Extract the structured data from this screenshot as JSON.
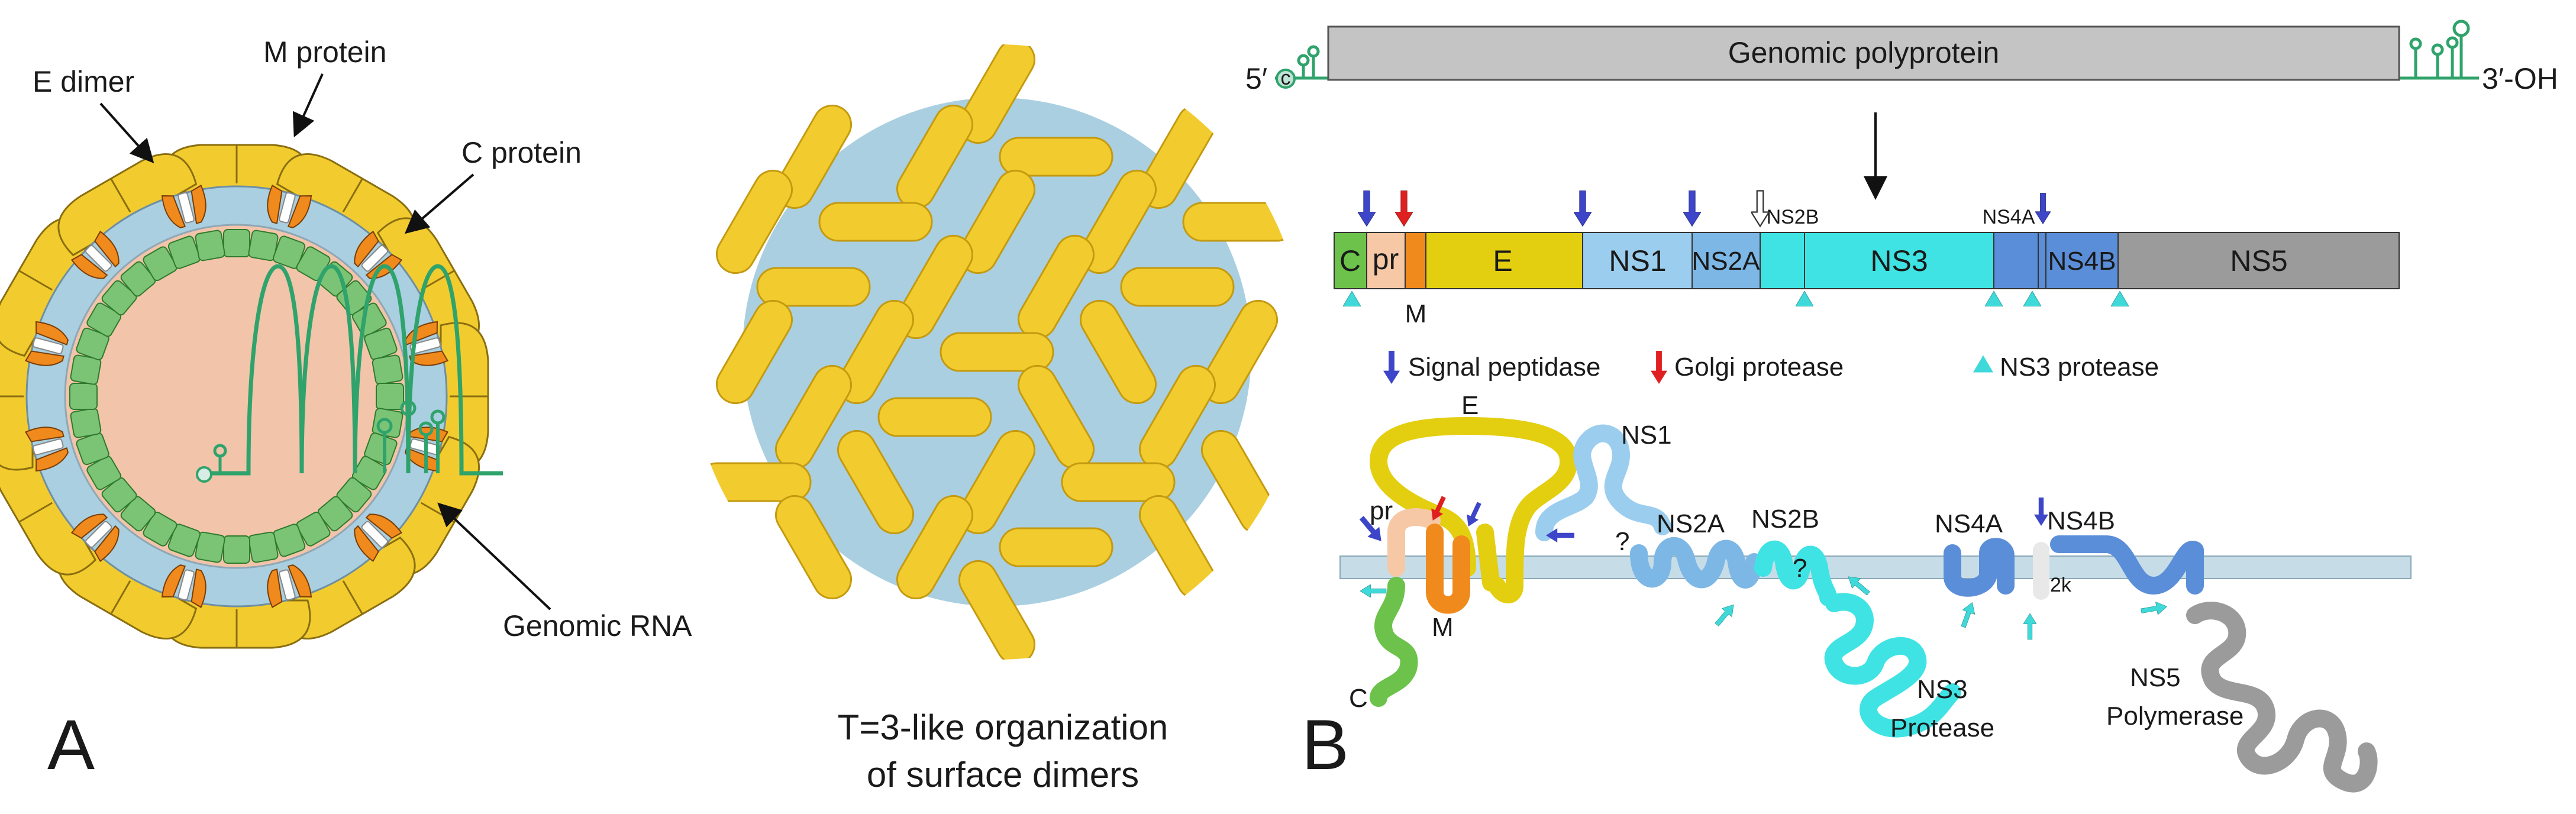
{
  "panel_a": {
    "letter": "A",
    "labels": {
      "e_dimer": "E dimer",
      "m_protein": "M protein",
      "c_protein": "C protein",
      "genomic_rna": "Genomic RNA"
    }
  },
  "t3": {
    "caption_line1": "T=3-like organization",
    "caption_line2": "of surface dimers"
  },
  "panel_b": {
    "letter": "B",
    "genome": {
      "five_prime": "5′",
      "three_prime": "3′-OH",
      "cap": "c",
      "polyprotein": "Genomic polyprotein"
    },
    "segments": {
      "c": "C",
      "pr": "pr",
      "m": "M",
      "e": "E",
      "ns1": "NS1",
      "ns2a": "NS2A",
      "ns2b": "NS2B",
      "ns3": "NS3",
      "ns4a": "NS4A",
      "ns4b": "NS4B",
      "ns5": "NS5"
    },
    "legend": {
      "signal_peptidase": "Signal peptidase",
      "golgi_protease": "Golgi protease",
      "ns3_protease": "NS3 protease"
    },
    "topology": {
      "e": "E",
      "pr": "pr",
      "m": "M",
      "c": "C",
      "ns1": "NS1",
      "ns2a": "NS2A",
      "ns2b": "NS2B",
      "ns4a": "NS4A",
      "ns4b": "NS4B",
      "k2": "2k",
      "q1": "?",
      "q2": "?",
      "ns3": "NS3",
      "protease": "Protease",
      "ns5": "NS5",
      "polymerase": "Polymerase"
    }
  },
  "colors": {
    "envelope_yellow": "#F2CC2E",
    "m_orange": "#F08A1D",
    "membrane_blue": "#A9CFE0",
    "capsid_green": "#7BC476",
    "core_pink": "#F2C4AA",
    "rna_green": "#2FA36B",
    "polyprotein_gray": "#C4C4C4",
    "signal_peptidase": "#3D45C8",
    "golgi_protease": "#E02020",
    "ns3_protease": "#3FD9D9"
  }
}
